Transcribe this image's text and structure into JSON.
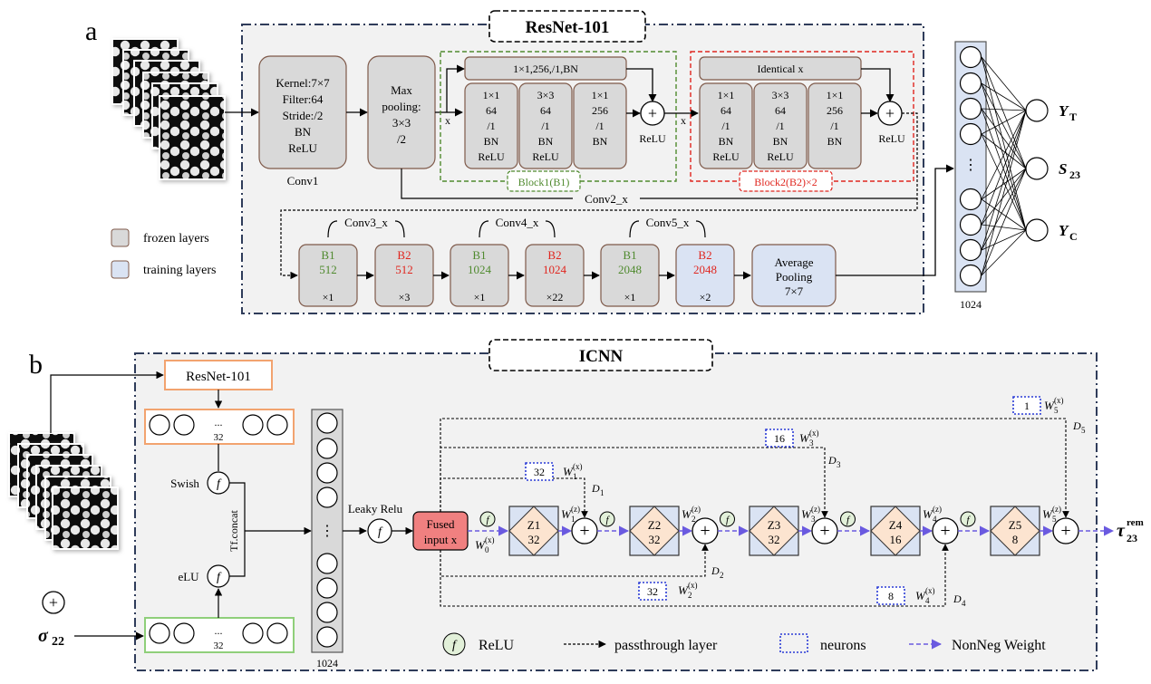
{
  "panels": {
    "a_letter": "a",
    "b_letter": "b"
  },
  "resnet": {
    "title": "ResNet-101",
    "conv1": {
      "lines": [
        "Kernel:7×7",
        "Filter:64",
        "Stride:/2",
        "BN",
        "ReLU"
      ],
      "label": "Conv1"
    },
    "maxpool": {
      "lines": [
        "Max",
        "pooling:",
        "3×3",
        "/2"
      ]
    },
    "x_label": "x",
    "block1": {
      "shortcut": "1×1,256,/1,BN",
      "cells": [
        [
          "1×1",
          "64",
          "/1",
          "BN",
          "ReLU"
        ],
        [
          "3×3",
          "64",
          "/1",
          "BN",
          "ReLU"
        ],
        [
          "1×1",
          "256",
          "/1",
          "BN"
        ]
      ],
      "relu": "ReLU",
      "label": "Block1(B1)"
    },
    "block2": {
      "shortcut": "Identical x",
      "cells": [
        [
          "1×1",
          "64",
          "/1",
          "BN",
          "ReLU"
        ],
        [
          "3×3",
          "64",
          "/1",
          "BN",
          "ReLU"
        ],
        [
          "1×1",
          "256",
          "/1",
          "BN"
        ]
      ],
      "relu": "ReLU",
      "label": "Block2(B2)×2"
    },
    "conv2_label": "Conv2_x",
    "conv_groups": [
      "Conv3_x",
      "Conv4_x",
      "Conv5_x"
    ],
    "stages": [
      {
        "name": "B1",
        "ch": "512",
        "rep": "×1",
        "kind": "b1",
        "train": false
      },
      {
        "name": "B2",
        "ch": "512",
        "rep": "×3",
        "kind": "b2",
        "train": false
      },
      {
        "name": "B1",
        "ch": "1024",
        "rep": "×1",
        "kind": "b1",
        "train": false
      },
      {
        "name": "B2",
        "ch": "1024",
        "rep": "×22",
        "kind": "b2",
        "train": false
      },
      {
        "name": "B1",
        "ch": "2048",
        "rep": "×1",
        "kind": "b1",
        "train": false
      },
      {
        "name": "B2",
        "ch": "2048",
        "rep": "×2",
        "kind": "b2",
        "train": true
      }
    ],
    "avgpool": [
      "Average",
      "Pooling",
      "7×7"
    ],
    "legend": {
      "frozen": "frozen layers",
      "training": "training layers"
    },
    "fc": {
      "dots": "⋮",
      "size": "1024",
      "outputs": [
        {
          "main": "Y",
          "sub": "T"
        },
        {
          "main": "S",
          "sub": "23"
        },
        {
          "main": "Y",
          "sub": "C"
        }
      ]
    }
  },
  "icnn": {
    "title": "ICNN",
    "resnet_box": "ResNet-101",
    "upper_vec": {
      "dots": "...",
      "size": "32"
    },
    "lower_vec": {
      "dots": "...",
      "size": "32"
    },
    "swish": "Swish",
    "elu": "eLU",
    "tfconcat": "Tf.concat",
    "big_vec": {
      "dots": "⋮",
      "size": "1024"
    },
    "leaky": "Leaky Relu",
    "fused": [
      "Fused",
      "input x"
    ],
    "f_symbol": "f",
    "plus_symbol": "+",
    "sigma": {
      "main": "σ",
      "sub": "22"
    },
    "z_blocks": [
      {
        "name": "Z1",
        "size": "32"
      },
      {
        "name": "Z2",
        "size": "32"
      },
      {
        "name": "Z3",
        "size": "32"
      },
      {
        "name": "Z4",
        "size": "16"
      },
      {
        "name": "Z5",
        "size": "8"
      }
    ],
    "w0_label": {
      "main": "W",
      "sub": "0",
      "sup": "(x)"
    },
    "wz_labels": [
      {
        "main": "W",
        "sub": "1",
        "sup": "(z)"
      },
      {
        "main": "W",
        "sub": "2",
        "sup": "(z)"
      },
      {
        "main": "W",
        "sub": "3",
        "sup": "(z)"
      },
      {
        "main": "W",
        "sub": "4",
        "sup": "(z)"
      },
      {
        "main": "W",
        "sub": "5",
        "sup": "(z)"
      }
    ],
    "wx_labels": [
      {
        "main": "W",
        "sub": "1",
        "sup": "(x)"
      },
      {
        "main": "W",
        "sub": "2",
        "sup": "(x)"
      },
      {
        "main": "W",
        "sub": "3",
        "sup": "(x)"
      },
      {
        "main": "W",
        "sub": "4",
        "sup": "(x)"
      },
      {
        "main": "W",
        "sub": "5",
        "sup": "(x)"
      }
    ],
    "neuron_counts": [
      "32",
      "32",
      "16",
      "8",
      "1"
    ],
    "d_labels": [
      {
        "main": "D",
        "sub": "1"
      },
      {
        "main": "D",
        "sub": "2"
      },
      {
        "main": "D",
        "sub": "3"
      },
      {
        "main": "D",
        "sub": "4"
      },
      {
        "main": "D",
        "sub": "5"
      }
    ],
    "output": {
      "main": "τ",
      "sub": "23",
      "sup": "rem"
    },
    "legend": {
      "relu": "ReLU",
      "passthrough": "passthrough layer",
      "neurons": "neurons",
      "nonneg": "NonNeg Weight"
    }
  },
  "colors": {
    "panel_bg": "#f2f2f2",
    "frame": "#2f3c5a",
    "frozen": "#d9d9d9",
    "training": "#dae3f3",
    "block_edge": "#7f5a4a",
    "green": "#4f8a2e",
    "red": "#e0261f",
    "orange": "#f2a36f",
    "lightgreen": "#8fcf7a",
    "fused": "#f08080",
    "diamond": "#fce4d0",
    "zbox": "#dae3f3",
    "neuron_blue": "#2a3bd6",
    "nonneg": "#6a5ae0",
    "fcircle": "#e2f0d9"
  }
}
